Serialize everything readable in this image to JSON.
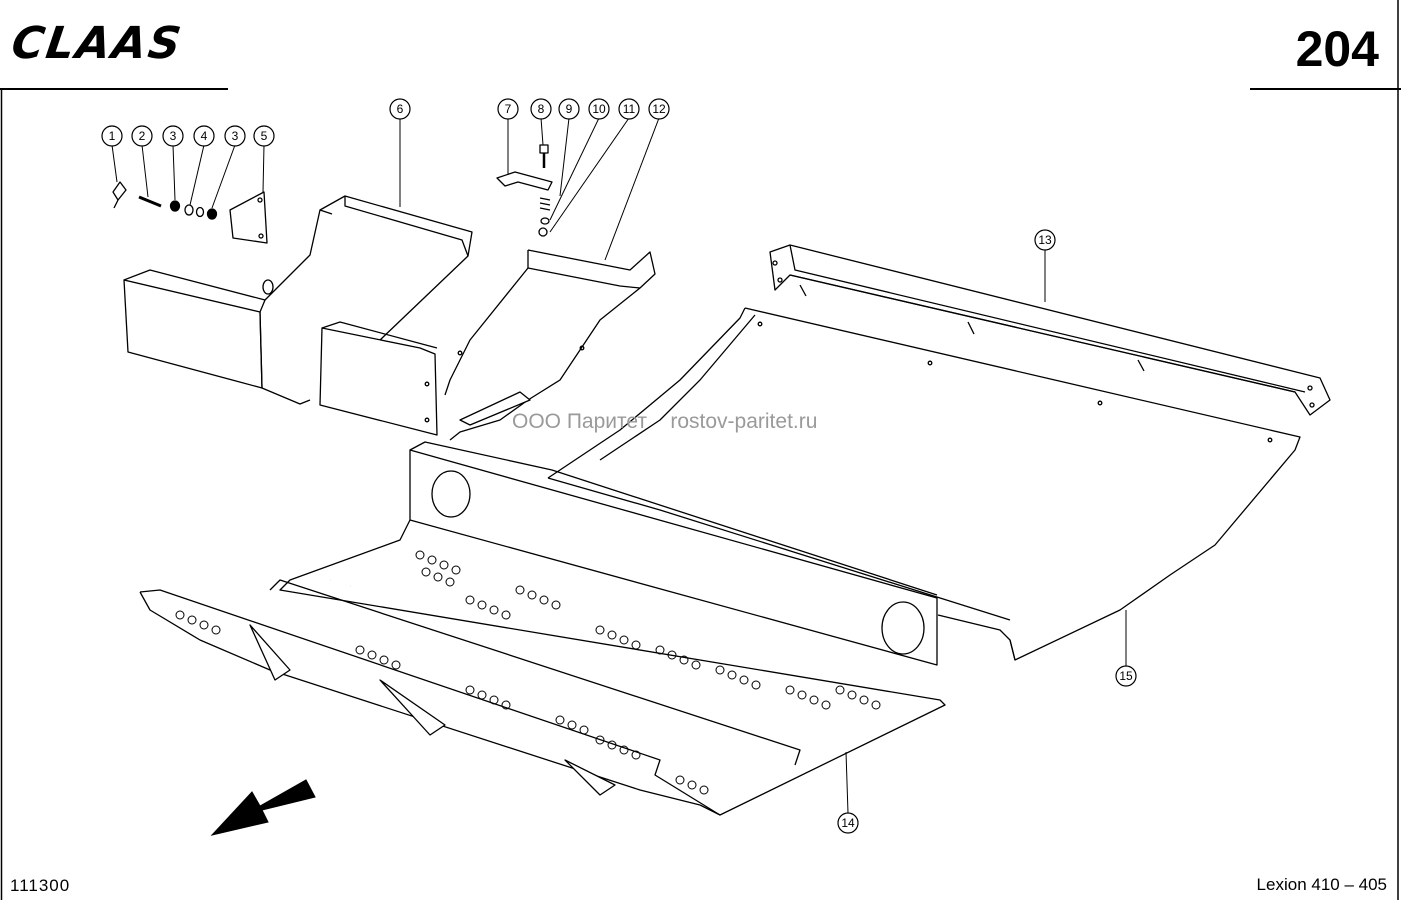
{
  "header": {
    "brand": "CLAAS",
    "page_number": "204"
  },
  "watermark": {
    "company": "ООО Паритет",
    "website": "rostov-paritet.ru"
  },
  "footer": {
    "doc_code": "111300",
    "model": "Lexion 410 – 405"
  },
  "callouts": [
    "1",
    "2",
    "3",
    "4",
    "3",
    "5",
    "6",
    "7",
    "8",
    "9",
    "10",
    "11",
    "12",
    "13",
    "14",
    "15"
  ],
  "icons": {
    "direction_arrow": "arrow-down-left-icon"
  }
}
